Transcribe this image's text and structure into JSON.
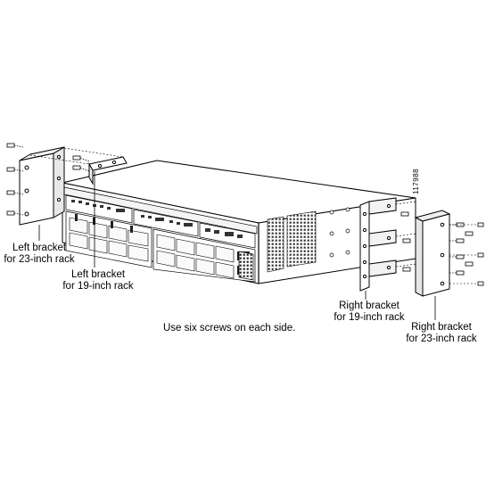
{
  "figure_number": "117988",
  "callouts": {
    "left_23": {
      "line1": "Left bracket",
      "line2": "for 23-inch rack"
    },
    "left_19": {
      "line1": "Left bracket",
      "line2": "for 19-inch rack"
    },
    "right_19": {
      "line1": "Right bracket",
      "line2": "for 19-inch rack"
    },
    "right_23": {
      "line1": "Right bracket",
      "line2": "for 23-inch rack"
    }
  },
  "instruction": "Use six screws on each side."
}
